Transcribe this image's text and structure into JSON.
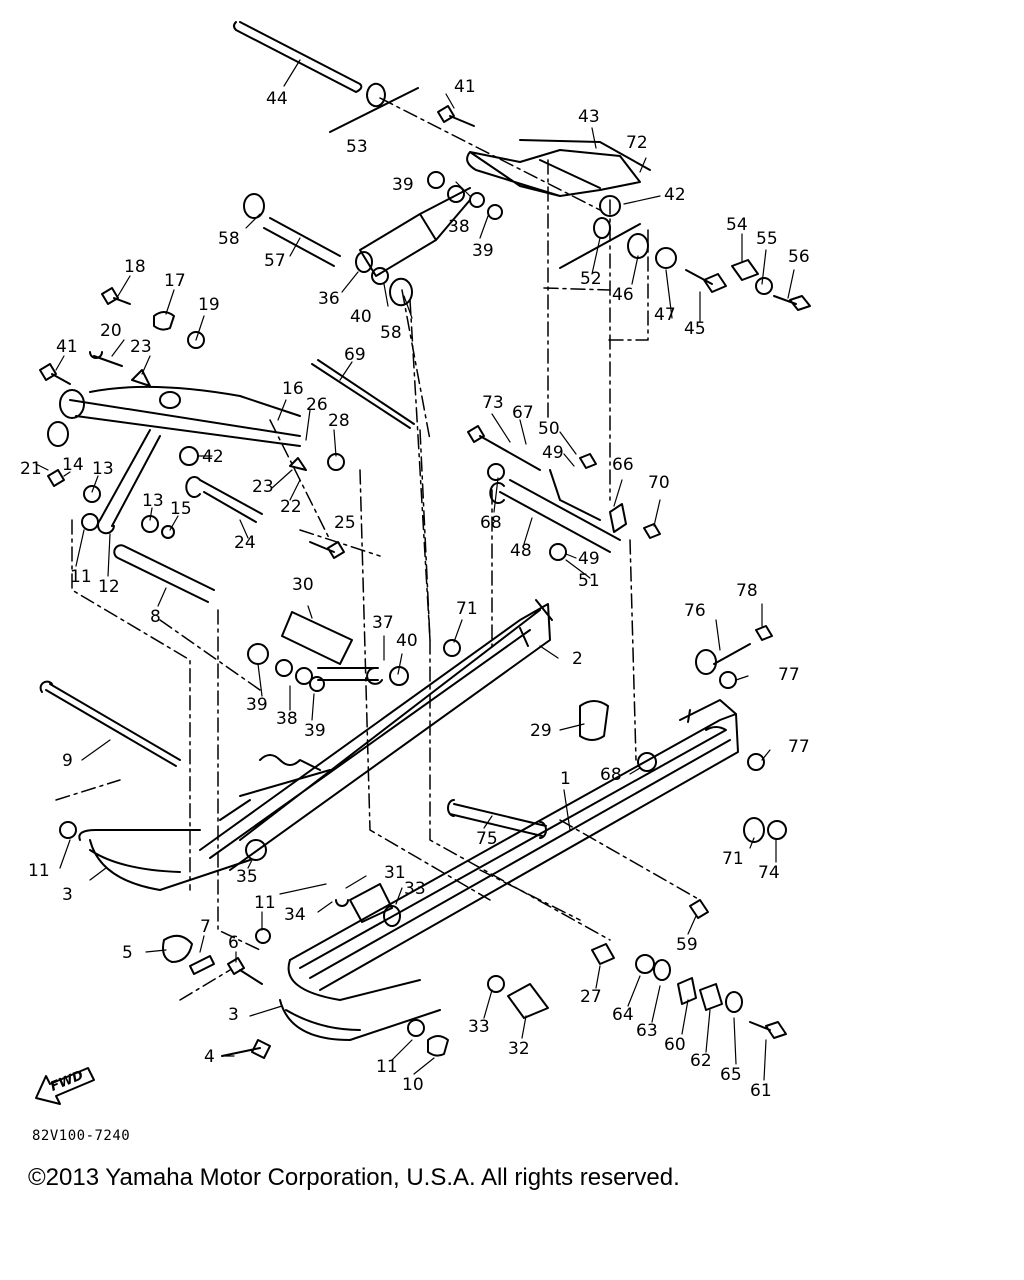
{
  "diagram": {
    "callouts": [
      "44",
      "53",
      "41",
      "43",
      "72",
      "39",
      "38",
      "39",
      "42",
      "58",
      "57",
      "36",
      "40",
      "58",
      "52",
      "46",
      "54",
      "55",
      "56",
      "47",
      "45",
      "18",
      "17",
      "19",
      "20",
      "23",
      "41",
      "16",
      "26",
      "28",
      "69",
      "21",
      "14",
      "13",
      "42",
      "23",
      "22",
      "13",
      "15",
      "24",
      "25",
      "11",
      "12",
      "8",
      "73",
      "67",
      "50",
      "49",
      "68",
      "66",
      "70",
      "48",
      "49",
      "51",
      "30",
      "37",
      "40",
      "71",
      "2",
      "39",
      "38",
      "39",
      "9",
      "76",
      "78",
      "77",
      "29",
      "77",
      "68",
      "1",
      "75",
      "11",
      "3",
      "35",
      "71",
      "74",
      "31",
      "33",
      "34",
      "11",
      "59",
      "5",
      "7",
      "6",
      "27",
      "3",
      "33",
      "32",
      "64",
      "63",
      "60",
      "62",
      "65",
      "61",
      "4",
      "11",
      "10"
    ],
    "fwd_label": "FWD",
    "drawing_code": "82V100-7240"
  },
  "footer": {
    "copyright": "©2013 Yamaha Motor Corporation, U.S.A. All rights reserved."
  }
}
